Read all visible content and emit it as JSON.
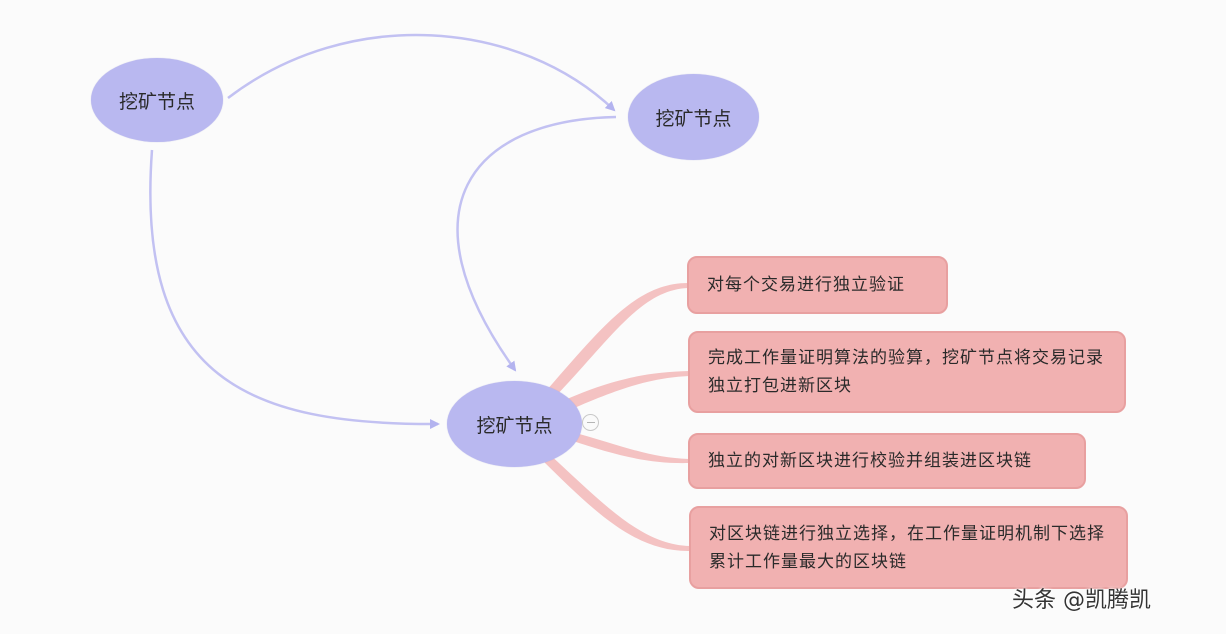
{
  "nodes": [
    {
      "label": "挖矿节点"
    },
    {
      "label": "挖矿节点"
    },
    {
      "label": "挖矿节点"
    }
  ],
  "cards": [
    {
      "text": "对每个交易进行独立验证"
    },
    {
      "text": "完成工作量证明算法的验算，挖矿节点将交易记录独立打包进新区块"
    },
    {
      "text": "独立的对新区块进行校验并组装进区块链"
    },
    {
      "text": "对区块链进行独立选择，在工作量证明机制下选择累计工作量最大的区块链"
    }
  ],
  "watermark": "头条 @凯腾凯",
  "colors": {
    "node_fill": "#b9b8f0",
    "arrow": "#b3b3ef",
    "card_fill": "#f1b1b1",
    "card_border": "#e8a0a0",
    "branch": "#f4c2c2"
  }
}
